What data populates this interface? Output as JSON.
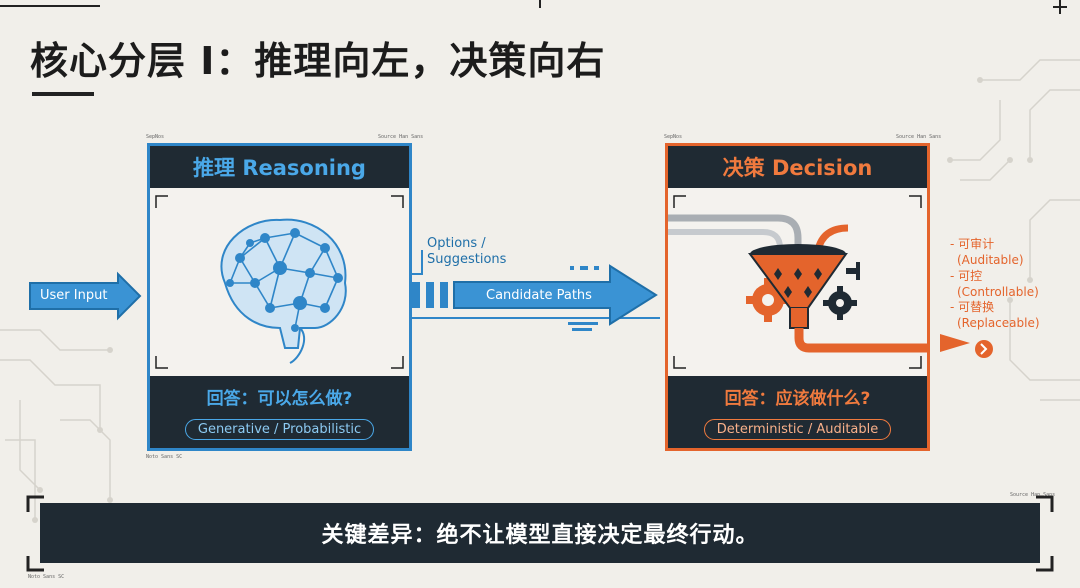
{
  "slide": {
    "title": "核心分层 I：推理向左，决策向右"
  },
  "left_panel": {
    "title": "推理 Reasoning",
    "answer": "回答：可以怎么做?",
    "tag": "Generative / Probabilistic",
    "micro_tl": "SepNos",
    "micro_tr": "Source Han Sans",
    "micro_bl": "Noto Sans SC"
  },
  "right_panel": {
    "title": "决策 Decision",
    "answer": "回答：应该做什么?",
    "tag": "Deterministic / Auditable",
    "micro_tl": "SepNos",
    "micro_tr": "Source Han Sans"
  },
  "flow": {
    "input_label": "User Input",
    "options_line1": "Options /",
    "options_line2": "Suggestions",
    "candidate_label": "Candidate Paths"
  },
  "outcomes": [
    {
      "cn": "- 可审计",
      "en": "(Auditable)"
    },
    {
      "cn": "- 可控",
      "en": "(Controllable)"
    },
    {
      "cn": "- 可替换",
      "en": "(Replaceable)"
    }
  ],
  "footer": {
    "key_difference": "关键差异：绝不让模型直接决定最终行动。",
    "micro_right": "Source Han Sans",
    "micro_left": "Noto Sans SC"
  },
  "colors": {
    "blue": "#2f86c8",
    "orange": "#e4642c",
    "dark": "#1f2a33"
  },
  "icons": [
    "brain-network-icon",
    "funnel-icon",
    "gear-icon",
    "arrow-right-icon"
  ]
}
